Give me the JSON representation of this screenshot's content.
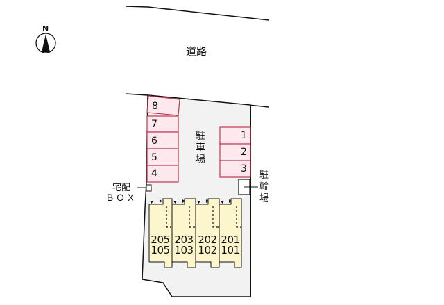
{
  "compass": {
    "label": "N",
    "icon": "north-arrow-icon"
  },
  "road": {
    "label": "道路"
  },
  "parking": {
    "label": "駐車場",
    "label_chars": [
      "駐",
      "車",
      "場"
    ],
    "slot_fill": "#fde8ee",
    "slot_border": "#c0394f",
    "left_slots": [
      "8",
      "7",
      "6",
      "5",
      "4"
    ],
    "right_slots": [
      "1",
      "2",
      "3"
    ]
  },
  "bicycle_parking": {
    "label": "駐輪場",
    "label_chars": [
      "駐",
      "輪",
      "場"
    ]
  },
  "delivery_box": {
    "label_line1": "宅配",
    "label_line2": "ＢＯＸ"
  },
  "building": {
    "fill": "#fdf5cc",
    "units": [
      {
        "upper": "205",
        "lower": "105"
      },
      {
        "upper": "203",
        "lower": "103"
      },
      {
        "upper": "202",
        "lower": "102"
      },
      {
        "upper": "201",
        "lower": "101"
      }
    ]
  },
  "colors": {
    "lot_fill": "#f2f2f2",
    "outline": "#111111"
  }
}
